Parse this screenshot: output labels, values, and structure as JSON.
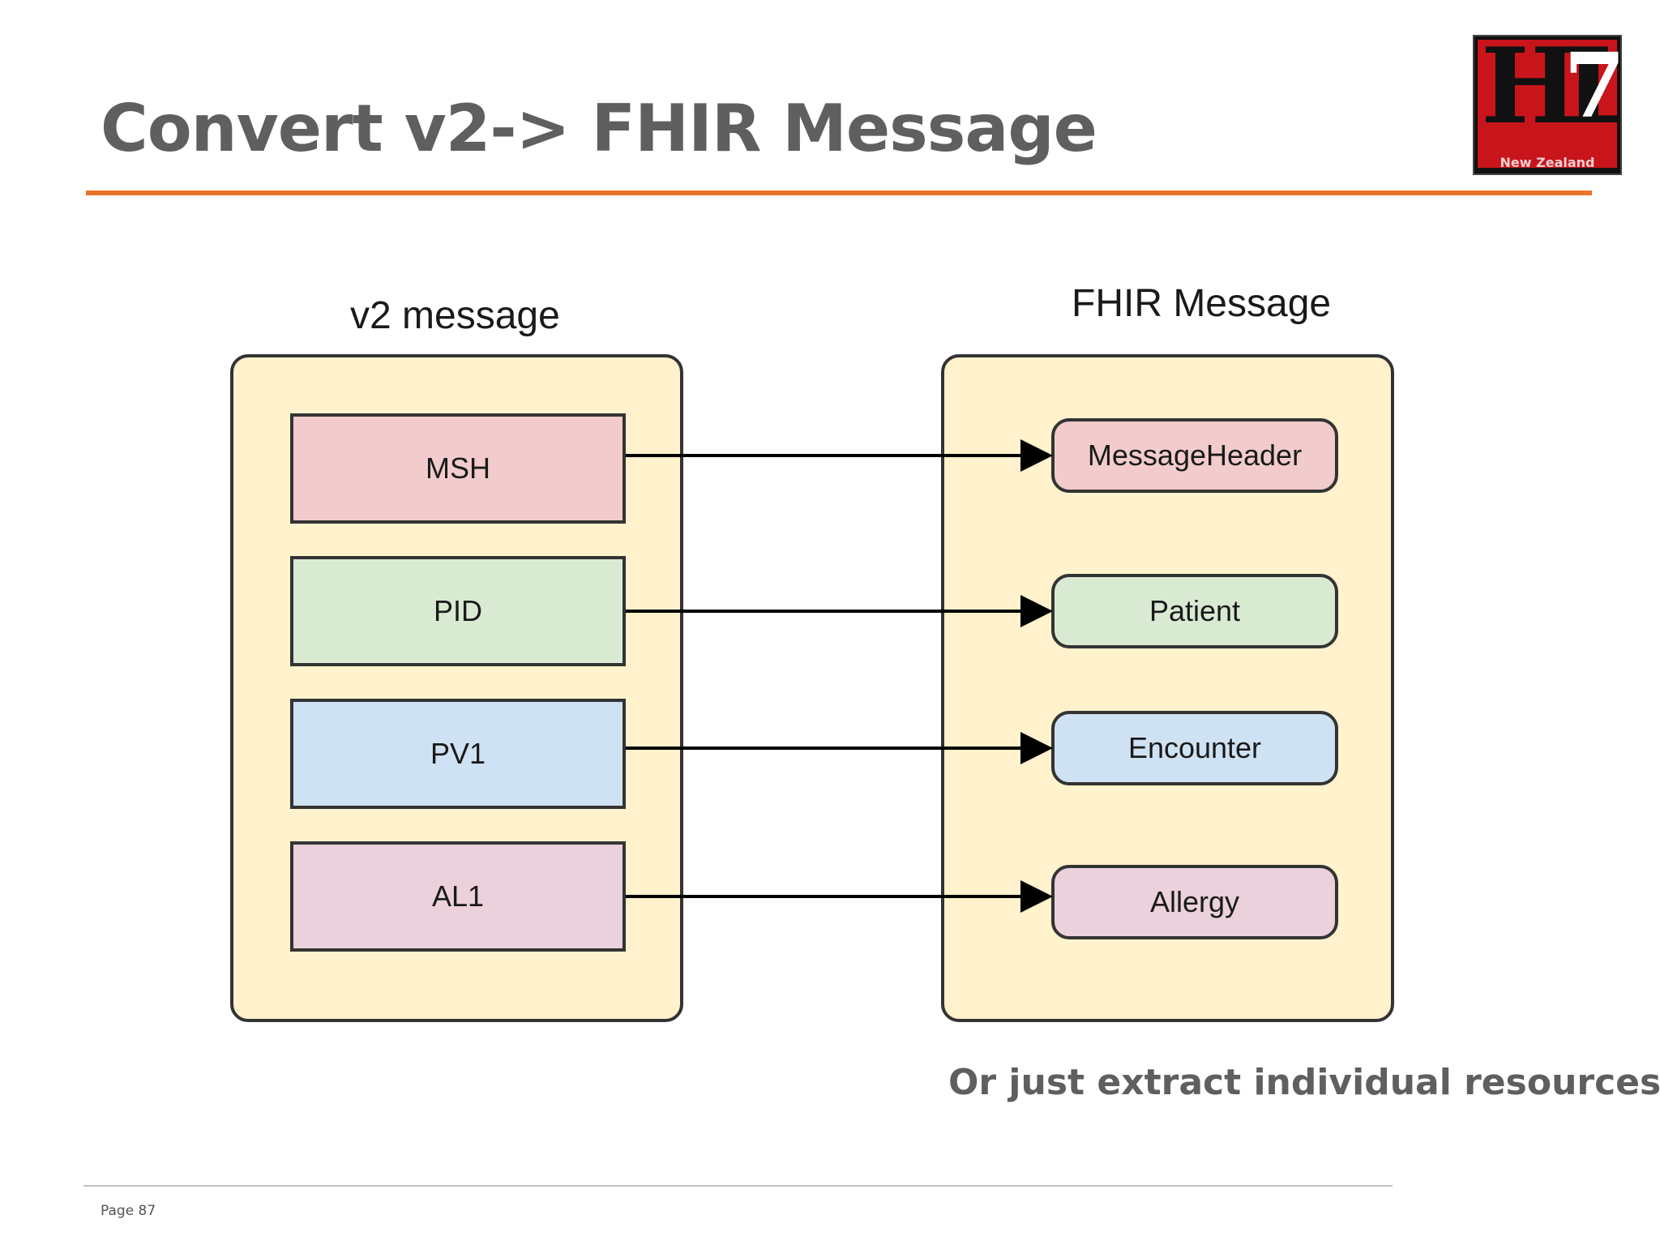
{
  "title": "Convert v2-> FHIR Message",
  "logo": {
    "main": "HL",
    "number": "7",
    "caption": "New Zealand"
  },
  "diagram": {
    "v2_label": "v2 message",
    "fhir_label": "FHIR Message",
    "v2_segments": [
      {
        "label": "MSH",
        "color": "#f2cccc"
      },
      {
        "label": "PID",
        "color": "#d9ead3"
      },
      {
        "label": "PV1",
        "color": "#cfe2f3"
      },
      {
        "label": "AL1",
        "color": "#ead1dc"
      }
    ],
    "fhir_resources": [
      {
        "label": "MessageHeader",
        "color": "#f2cccc"
      },
      {
        "label": "Patient",
        "color": "#d9ead3"
      },
      {
        "label": "Encounter",
        "color": "#cfe2f3"
      },
      {
        "label": "Allergy",
        "color": "#ead1dc"
      }
    ],
    "container_color": "#fff2cc",
    "arrows": [
      {
        "from": "MSH",
        "to": "MessageHeader"
      },
      {
        "from": "PID",
        "to": "Patient"
      },
      {
        "from": "PV1",
        "to": "Encounter"
      },
      {
        "from": "AL1",
        "to": "Allergy"
      }
    ]
  },
  "note": "Or just extract individual resources…",
  "footer": {
    "page": "Page 87"
  },
  "accent_color": "#e8742a"
}
